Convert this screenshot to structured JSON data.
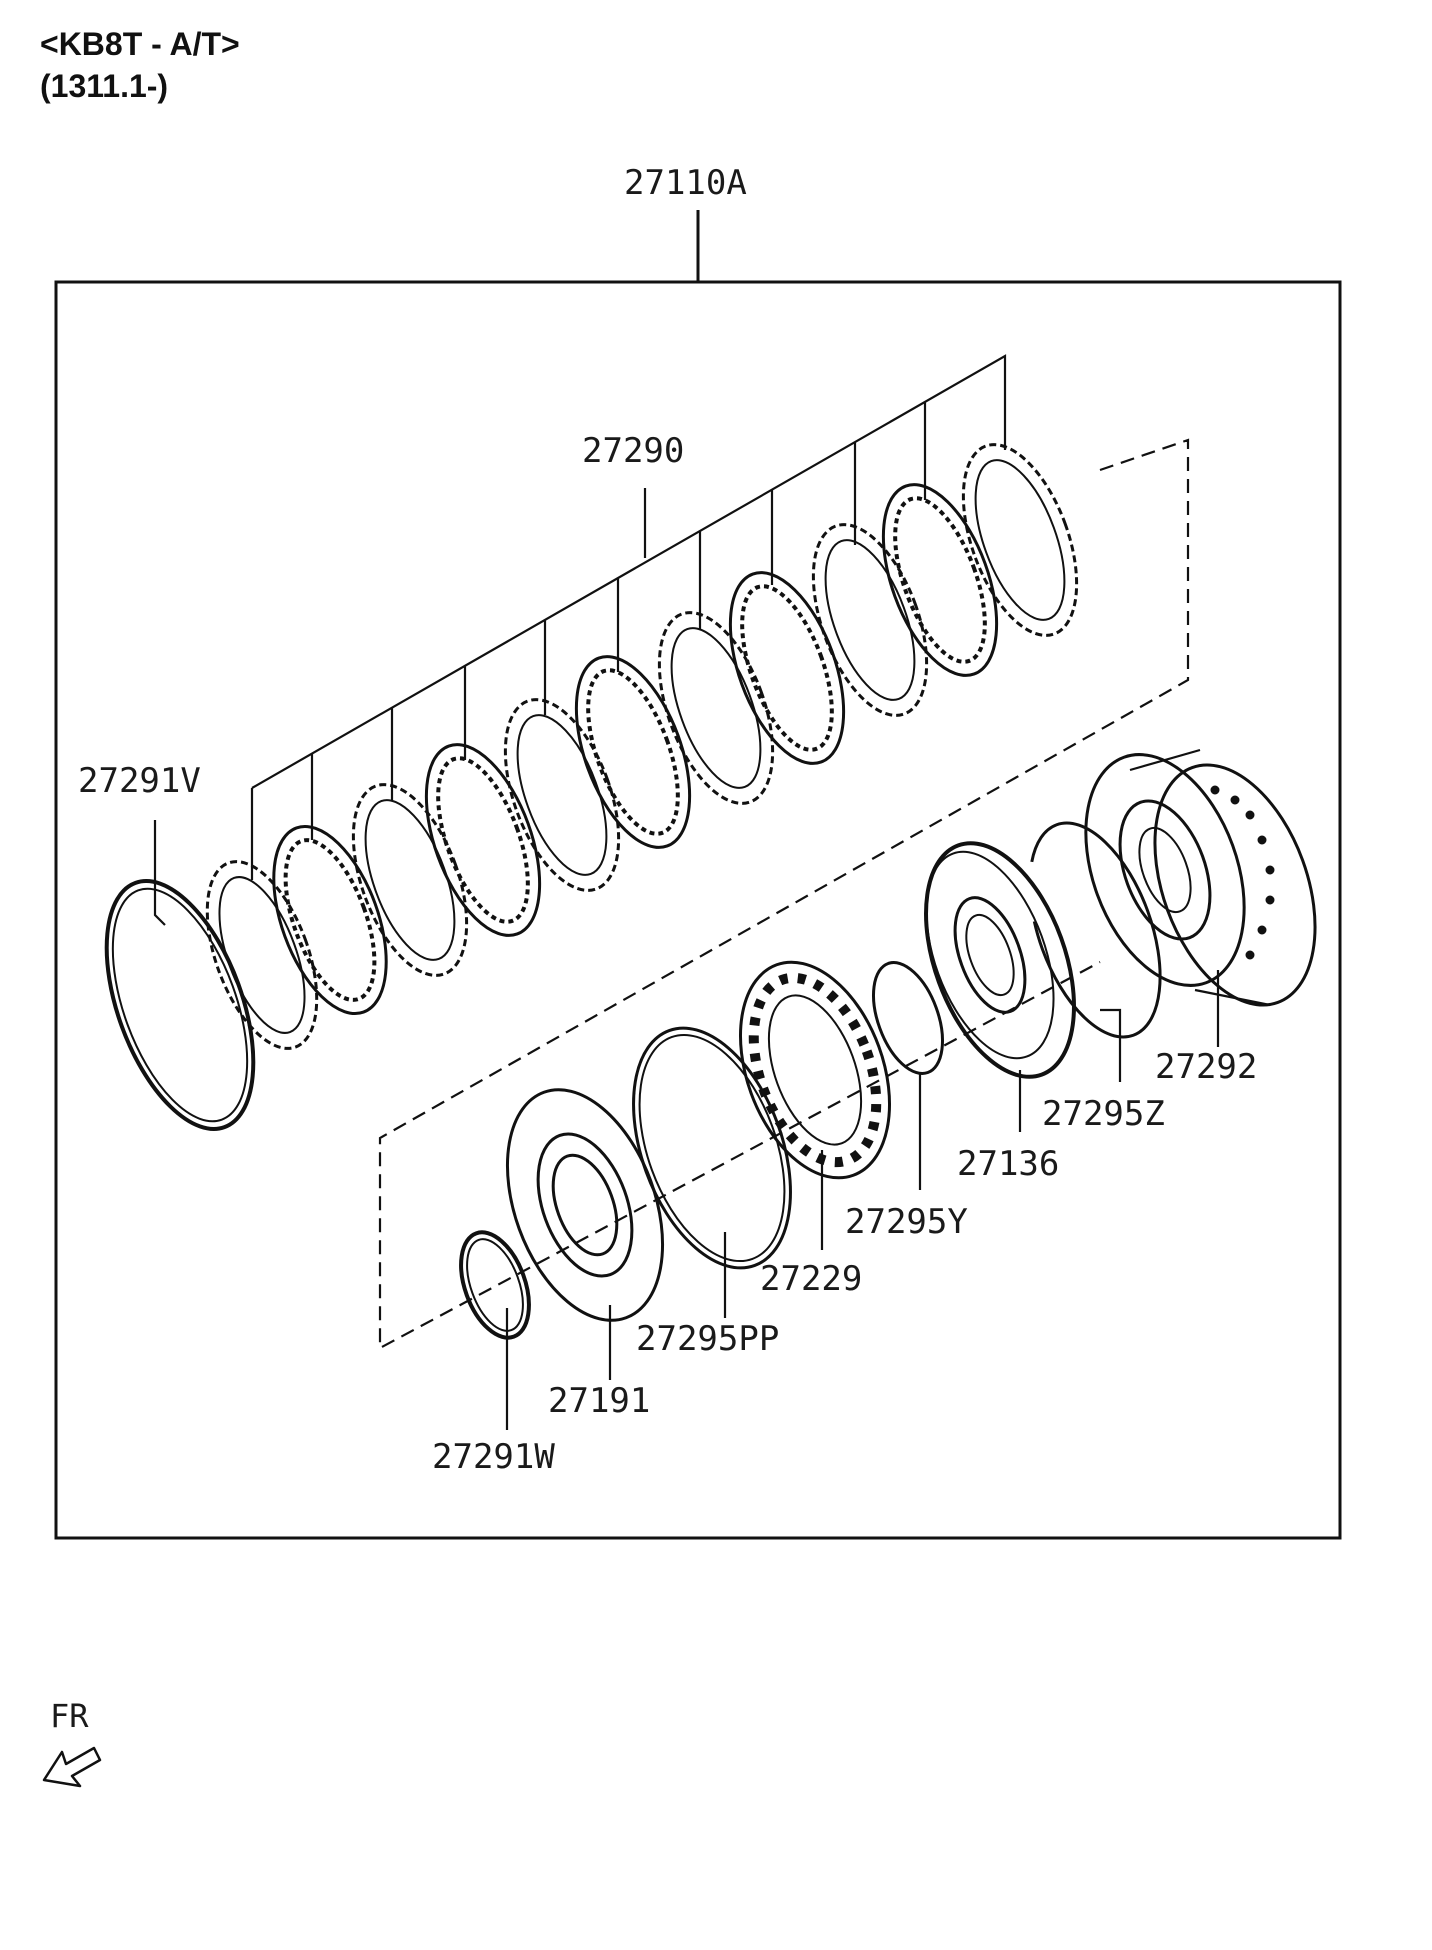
{
  "header": {
    "model_line": "<KB8T - A/T>",
    "serial_line": "(1311.1-)"
  },
  "diagram": {
    "assembly_label": "27110A",
    "part_labels": {
      "plates": "27290",
      "snap_ring_outer": "27291V",
      "drum": "27292",
      "ring_z": "27295Z",
      "piston": "27136",
      "ring_y": "27295Y",
      "spring_retainer": "27229",
      "ring_pp": "27295PP",
      "retainer": "27191",
      "snap_ring_inner": "27291W"
    },
    "direction_label": "FR",
    "direction_icon": "front-arrow-icon",
    "line_color": "#111111"
  }
}
